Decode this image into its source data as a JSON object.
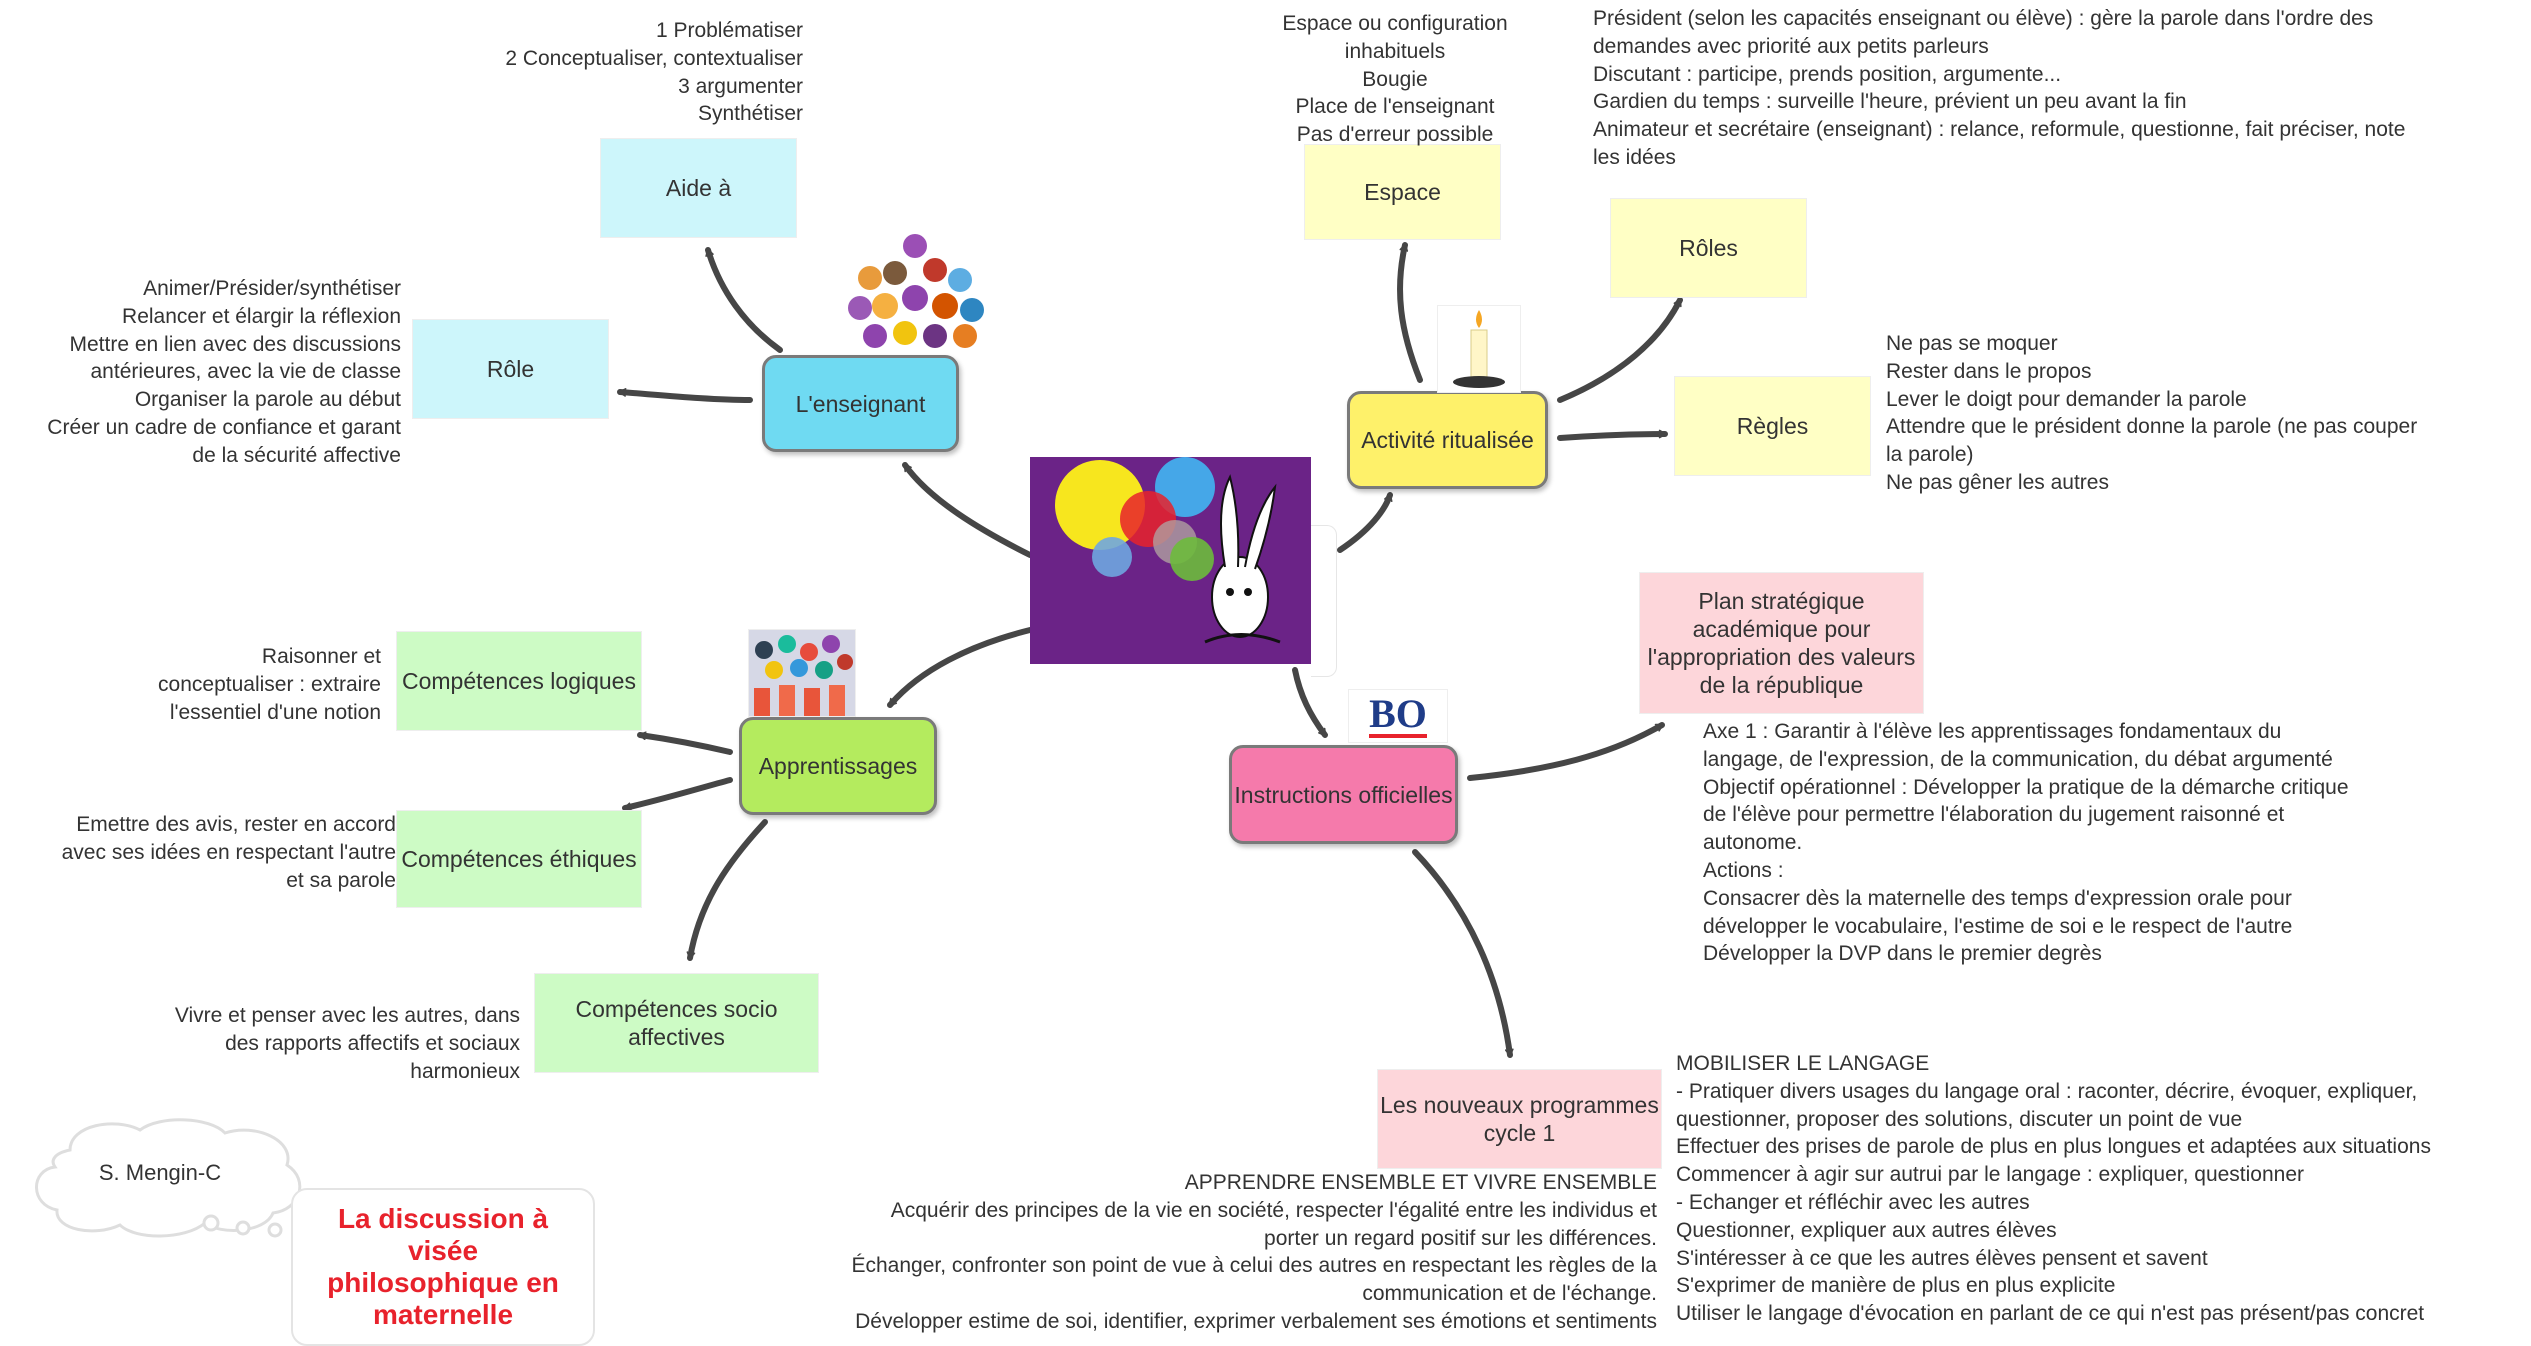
{
  "center": {
    "image": "central-illustration"
  },
  "teacher": {
    "label": "L'enseignant",
    "aide": {
      "label": "Aide à",
      "details": "1 Problématiser\n2 Conceptualiser, contextualiser\n3 argumenter\nSynthétiser"
    },
    "role": {
      "label": "Rôle",
      "details": "Animer/Présider/synthétiser\nRelancer et élargir la réflexion\nMettre en lien avec des discussions\nantérieures, avec la vie de classe\nOrganiser la parole au début\nCréer un cadre de confiance et garant\nde la sécurité affective"
    }
  },
  "activity": {
    "label": "Activité ritualisée",
    "espace": {
      "label": "Espace",
      "details": "Espace ou configuration\ninhabituels\nBougie\nPlace de l'enseignant\nPas d'erreur possible"
    },
    "roles": {
      "label": "Rôles",
      "details": "Président (selon les capacités enseignant ou élève) : gère la parole dans l'ordre des\ndemandes avec priorité aux petits parleurs\nDiscutant : participe, prends position, argumente...\nGardien du temps : surveille l'heure, prévient un peu avant la fin\nAnimateur et secrétaire (enseignant) : relance, reformule, questionne, fait préciser, note\nles idées"
    },
    "regles": {
      "label": "Règles",
      "details": "Ne pas se moquer\nRester dans le propos\nLever le doigt pour demander la parole\nAttendre que le président donne la parole (ne pas couper\nla parole)\nNe pas gêner les autres"
    }
  },
  "learning": {
    "label": "Apprentissages",
    "logiques": {
      "label": "Compétences logiques",
      "details": "Raisonner et\nconceptualiser : extraire\nl'essentiel d'une notion"
    },
    "ethiques": {
      "label": "Compétences éthiques",
      "details": "Emettre des avis, rester en accord\navec ses idées en respectant l'autre\net sa parole"
    },
    "socio": {
      "label": "Compétences socio\naffectives",
      "details": "Vivre et penser avec les autres, dans\ndes rapports affectifs et sociaux\nharmonieux"
    }
  },
  "official": {
    "label": "Instructions officielles",
    "logo": "BO",
    "plan": {
      "label": "Plan stratégique\nacadémique pour\nl'appropriation des valeurs\nde la république",
      "details": "Axe 1 : Garantir à l'élève les apprentissages fondamentaux du\nlangage, de l'expression, de la communication, du débat argumenté\nObjectif opérationnel : Développer la pratique de la démarche critique\nde l'élève pour permettre l'élaboration du jugement raisonné et\nautonome.\nActions :\nConsacrer dès la maternelle des temps d'expression orale pour\ndévelopper le vocabulaire, l'estime de soi e le respect de l'autre\nDévelopper la DVP dans le premier degrès"
    },
    "programmes": {
      "label": "Les nouveaux programmes\ncycle 1",
      "right_details": "MOBILISER LE LANGAGE\n- Pratiquer divers usages du langage oral : raconter, décrire, évoquer, expliquer,\nquestionner, proposer des solutions, discuter un point de vue\nEffectuer des prises de parole de plus en plus longues et adaptées aux situations\nCommencer à agir sur autrui par le langage : expliquer, questionner\n- Echanger et réfléchir avec les autres\nQuestionner, expliquer aux autres élèves\nS'intéresser à ce que les autres élèves pensent et savent\nS'exprimer de manière de plus en plus explicite\nUtiliser le langage d'évocation en parlant de ce qui n'est pas présent/pas concret",
      "left_details": "APPRENDRE ENSEMBLE ET VIVRE ENSEMBLE\nAcquérir des principes de la vie en société, respecter l'égalité entre les individus et\nporter un regard positif sur les différences.\nÉchanger, confronter son point de vue à celui des autres en respectant les règles de la\ncommunication et de l'échange.\nDévelopper estime de soi, identifier, exprimer verbalement ses émotions et sentiments"
    }
  },
  "author": "S. Mengin-C",
  "title": "La discussion à visée philosophique en maternelle",
  "colors": {
    "blue": "#cdf6fb",
    "teacher": "#6fdaf2",
    "yellow": "#ffffc5",
    "activity": "#fef16a",
    "green": "#cdfbc5",
    "learning": "#b4eb5e",
    "pink": "#fdd6da",
    "official": "#f57aab",
    "title": "#e8222c",
    "center_bg": "#6b2387"
  }
}
